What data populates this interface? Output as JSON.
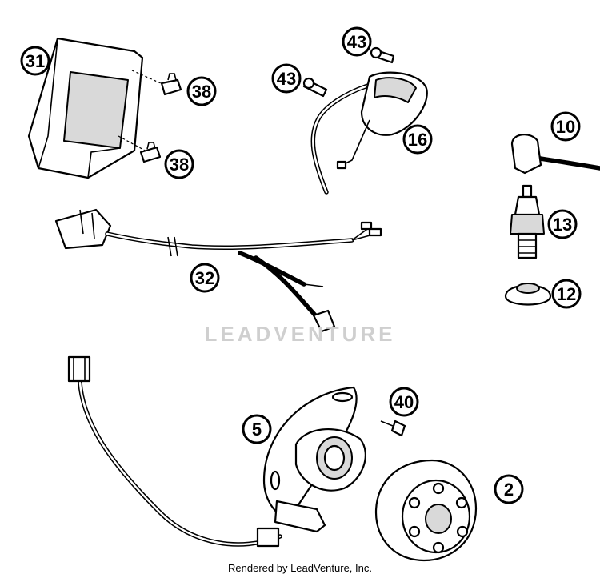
{
  "callouts": {
    "c31": "31",
    "c38a": "38",
    "c38b": "38",
    "c43a": "43",
    "c43b": "43",
    "c16": "16",
    "c10": "10",
    "c13": "13",
    "c12": "12",
    "c32": "32",
    "c5": "5",
    "c40": "40",
    "c2": "2"
  },
  "watermark": "LEADVENTURE",
  "footer": "Rendered by LeadVenture, Inc.",
  "colors": {
    "line": "#000000",
    "watermark": "#cfcfcf"
  }
}
